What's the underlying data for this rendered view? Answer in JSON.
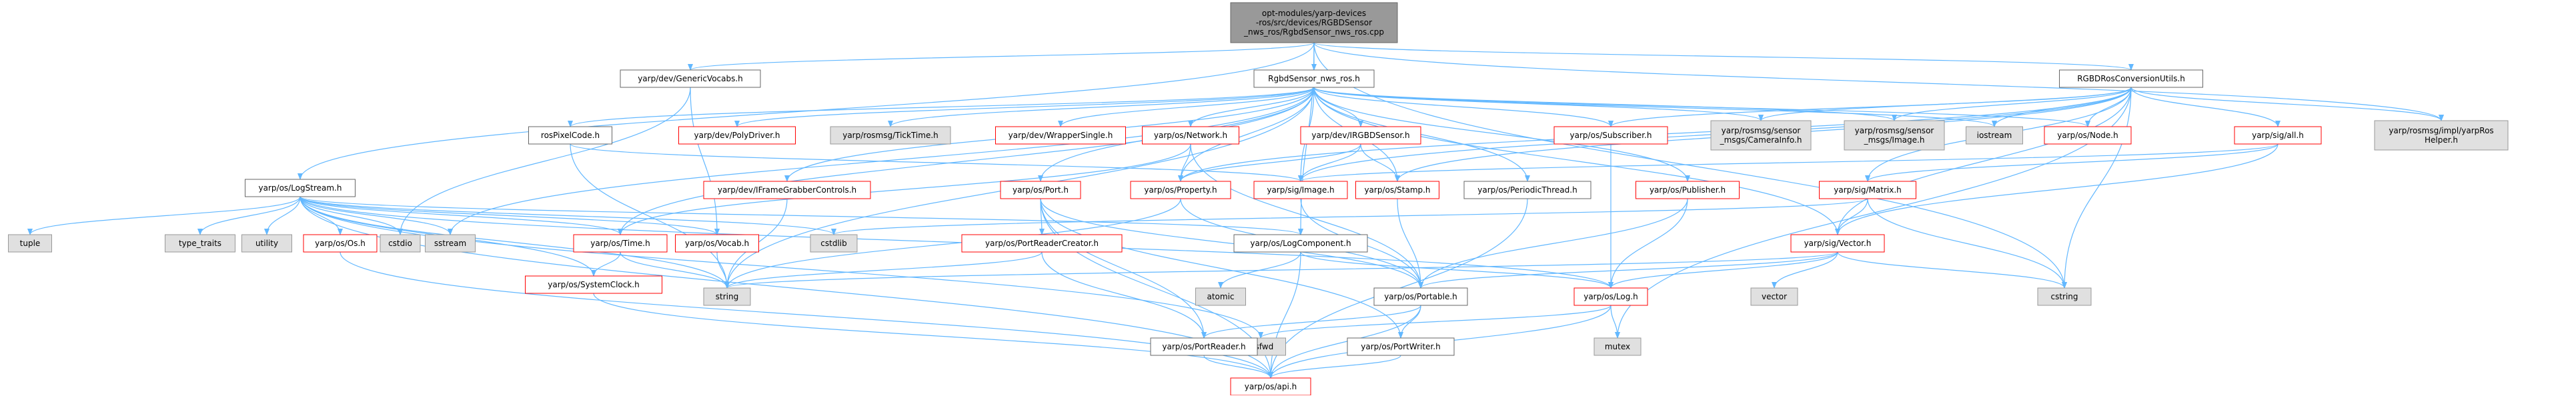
{
  "graph": {
    "colors": {
      "background": "#ffffff",
      "edge": "#63b8ff",
      "root_fill": "#999999",
      "root_border": "#666666",
      "project_fill": "#ffffff",
      "project_border": "#666666",
      "incomplete_border": "#ff0000",
      "external_fill": "#e0e0e0",
      "external_border": "#999999",
      "text": "#000000"
    },
    "nodes": [
      {
        "id": "root",
        "kind": "root",
        "lines": [
          "opt-modules/yarp-devices",
          "-ros/src/devices/RGBDSensor",
          "_nws_ros/RgbdSensor_nws_ros.cpp"
        ]
      },
      {
        "id": "generic_vocabs",
        "kind": "project",
        "lines": [
          "yarp/dev/GenericVocabs.h"
        ]
      },
      {
        "id": "rgbd_nws",
        "kind": "project",
        "lines": [
          "RgbdSensor_nws_ros.h"
        ]
      },
      {
        "id": "rgbd_ros_conv",
        "kind": "project",
        "lines": [
          "RGBDRosConversionUtils.h"
        ]
      },
      {
        "id": "log_stream",
        "kind": "project",
        "lines": [
          "yarp/os/LogStream.h"
        ]
      },
      {
        "id": "ros_pixel_code",
        "kind": "project",
        "lines": [
          "rosPixelCode.h"
        ]
      },
      {
        "id": "poly_driver",
        "kind": "incomplete",
        "lines": [
          "yarp/dev/PolyDriver.h"
        ]
      },
      {
        "id": "tick_time",
        "kind": "external",
        "lines": [
          "yarp/rosmsg/TickTime.h"
        ]
      },
      {
        "id": "wrapper_single",
        "kind": "incomplete",
        "lines": [
          "yarp/dev/WrapperSingle.h"
        ]
      },
      {
        "id": "network",
        "kind": "incomplete",
        "lines": [
          "yarp/os/Network.h"
        ]
      },
      {
        "id": "irgbd_sensor",
        "kind": "incomplete",
        "lines": [
          "yarp/dev/IRGBDSensor.h"
        ]
      },
      {
        "id": "subscriber",
        "kind": "incomplete",
        "lines": [
          "yarp/os/Subscriber.h"
        ]
      },
      {
        "id": "camera_info",
        "kind": "external",
        "lines": [
          "yarp/rosmsg/sensor",
          "_msgs/CameraInfo.h"
        ]
      },
      {
        "id": "image_msg",
        "kind": "external",
        "lines": [
          "yarp/rosmsg/sensor",
          "_msgs/Image.h"
        ]
      },
      {
        "id": "iostream",
        "kind": "external",
        "lines": [
          "iostream"
        ]
      },
      {
        "id": "node",
        "kind": "incomplete",
        "lines": [
          "yarp/os/Node.h"
        ]
      },
      {
        "id": "sig_all",
        "kind": "incomplete",
        "lines": [
          "yarp/sig/all.h"
        ]
      },
      {
        "id": "ros_helper",
        "kind": "external",
        "lines": [
          "yarp/rosmsg/impl/yarpRos",
          "Helper.h"
        ]
      },
      {
        "id": "frame_grabber",
        "kind": "incomplete",
        "lines": [
          "yarp/dev/IFrameGrabberControls.h"
        ]
      },
      {
        "id": "port",
        "kind": "incomplete",
        "lines": [
          "yarp/os/Port.h"
        ]
      },
      {
        "id": "property",
        "kind": "incomplete",
        "lines": [
          "yarp/os/Property.h"
        ]
      },
      {
        "id": "sig_image",
        "kind": "incomplete",
        "lines": [
          "yarp/sig/Image.h"
        ]
      },
      {
        "id": "stamp",
        "kind": "incomplete",
        "lines": [
          "yarp/os/Stamp.h"
        ]
      },
      {
        "id": "periodic_thread",
        "kind": "project",
        "lines": [
          "yarp/os/PeriodicThread.h"
        ]
      },
      {
        "id": "publisher",
        "kind": "incomplete",
        "lines": [
          "yarp/os/Publisher.h"
        ]
      },
      {
        "id": "sig_matrix",
        "kind": "incomplete",
        "lines": [
          "yarp/sig/Matrix.h"
        ]
      },
      {
        "id": "tuple",
        "kind": "external",
        "lines": [
          "tuple"
        ]
      },
      {
        "id": "type_traits",
        "kind": "external",
        "lines": [
          "type_traits"
        ]
      },
      {
        "id": "utility",
        "kind": "external",
        "lines": [
          "utility"
        ]
      },
      {
        "id": "os_h",
        "kind": "incomplete",
        "lines": [
          "yarp/os/Os.h"
        ]
      },
      {
        "id": "cstdio",
        "kind": "external",
        "lines": [
          "cstdio"
        ]
      },
      {
        "id": "sstream",
        "kind": "external",
        "lines": [
          "sstream"
        ]
      },
      {
        "id": "os_time",
        "kind": "incomplete",
        "lines": [
          "yarp/os/Time.h"
        ]
      },
      {
        "id": "os_vocab",
        "kind": "incomplete",
        "lines": [
          "yarp/os/Vocab.h"
        ]
      },
      {
        "id": "cstdlib",
        "kind": "external",
        "lines": [
          "cstdlib"
        ]
      },
      {
        "id": "port_reader_creator",
        "kind": "incomplete",
        "lines": [
          "yarp/os/PortReaderCreator.h"
        ]
      },
      {
        "id": "log_component",
        "kind": "project",
        "lines": [
          "yarp/os/LogComponent.h"
        ]
      },
      {
        "id": "sig_vector",
        "kind": "incomplete",
        "lines": [
          "yarp/sig/Vector.h"
        ]
      },
      {
        "id": "system_clock",
        "kind": "incomplete",
        "lines": [
          "yarp/os/SystemClock.h"
        ]
      },
      {
        "id": "string",
        "kind": "external",
        "lines": [
          "string"
        ]
      },
      {
        "id": "atomic",
        "kind": "external",
        "lines": [
          "atomic"
        ]
      },
      {
        "id": "portable",
        "kind": "project",
        "lines": [
          "yarp/os/Portable.h"
        ]
      },
      {
        "id": "os_log",
        "kind": "incomplete",
        "lines": [
          "yarp/os/Log.h"
        ]
      },
      {
        "id": "vector",
        "kind": "external",
        "lines": [
          "vector"
        ]
      },
      {
        "id": "cstring",
        "kind": "external",
        "lines": [
          "cstring"
        ]
      },
      {
        "id": "iosfwd",
        "kind": "external",
        "lines": [
          "iosfwd"
        ]
      },
      {
        "id": "mutex",
        "kind": "external",
        "lines": [
          "mutex"
        ]
      },
      {
        "id": "port_reader",
        "kind": "project",
        "lines": [
          "yarp/os/PortReader.h"
        ]
      },
      {
        "id": "port_writer",
        "kind": "project",
        "lines": [
          "yarp/os/PortWriter.h"
        ]
      },
      {
        "id": "api",
        "kind": "incomplete",
        "lines": [
          "yarp/os/api.h"
        ]
      }
    ],
    "edges": [
      [
        "root",
        "generic_vocabs"
      ],
      [
        "root",
        "rgbd_nws"
      ],
      [
        "root",
        "rgbd_ros_conv"
      ],
      [
        "root",
        "log_stream"
      ],
      [
        "root",
        "ros_helper"
      ],
      [
        "root",
        "cstring"
      ],
      [
        "root",
        "log_component"
      ],
      [
        "generic_vocabs",
        "os_vocab"
      ],
      [
        "generic_vocabs",
        "cstdio"
      ],
      [
        "rgbd_nws",
        "ros_pixel_code"
      ],
      [
        "rgbd_nws",
        "poly_driver"
      ],
      [
        "rgbd_nws",
        "tick_time"
      ],
      [
        "rgbd_nws",
        "wrapper_single"
      ],
      [
        "rgbd_nws",
        "network"
      ],
      [
        "rgbd_nws",
        "irgbd_sensor"
      ],
      [
        "rgbd_nws",
        "subscriber"
      ],
      [
        "rgbd_nws",
        "camera_info"
      ],
      [
        "rgbd_nws",
        "image_msg"
      ],
      [
        "rgbd_nws",
        "iostream"
      ],
      [
        "rgbd_nws",
        "node"
      ],
      [
        "rgbd_nws",
        "frame_grabber"
      ],
      [
        "rgbd_nws",
        "port"
      ],
      [
        "rgbd_nws",
        "property"
      ],
      [
        "rgbd_nws",
        "stamp"
      ],
      [
        "rgbd_nws",
        "periodic_thread"
      ],
      [
        "rgbd_nws",
        "publisher"
      ],
      [
        "rgbd_nws",
        "sig_vector"
      ],
      [
        "rgbd_nws",
        "os_time"
      ],
      [
        "rgbd_nws",
        "string"
      ],
      [
        "rgbd_nws",
        "sstream"
      ],
      [
        "rgbd_nws",
        "sig_image"
      ],
      [
        "rgbd_ros_conv",
        "camera_info"
      ],
      [
        "rgbd_ros_conv",
        "image_msg"
      ],
      [
        "rgbd_ros_conv",
        "iostream"
      ],
      [
        "rgbd_ros_conv",
        "node"
      ],
      [
        "rgbd_ros_conv",
        "sig_all"
      ],
      [
        "rgbd_ros_conv",
        "ros_helper"
      ],
      [
        "rgbd_ros_conv",
        "subscriber"
      ],
      [
        "rgbd_ros_conv",
        "sig_matrix"
      ],
      [
        "rgbd_ros_conv",
        "sig_vector"
      ],
      [
        "rgbd_ros_conv",
        "sig_image"
      ],
      [
        "rgbd_ros_conv",
        "stamp"
      ],
      [
        "rgbd_ros_conv",
        "property"
      ],
      [
        "rgbd_ros_conv",
        "cstring"
      ],
      [
        "rgbd_ros_conv",
        "mutex"
      ],
      [
        "log_stream",
        "tuple"
      ],
      [
        "log_stream",
        "type_traits"
      ],
      [
        "log_stream",
        "utility"
      ],
      [
        "log_stream",
        "os_h"
      ],
      [
        "log_stream",
        "cstdio"
      ],
      [
        "log_stream",
        "sstream"
      ],
      [
        "log_stream",
        "os_time"
      ],
      [
        "log_stream",
        "os_vocab"
      ],
      [
        "log_stream",
        "cstdlib"
      ],
      [
        "log_stream",
        "log_component"
      ],
      [
        "log_stream",
        "system_clock"
      ],
      [
        "log_stream",
        "string"
      ],
      [
        "log_stream",
        "os_log"
      ],
      [
        "log_stream",
        "api"
      ],
      [
        "log_stream",
        "iosfwd"
      ],
      [
        "ros_pixel_code",
        "sig_image"
      ],
      [
        "ros_pixel_code",
        "string"
      ],
      [
        "network",
        "property"
      ],
      [
        "network",
        "os_time"
      ],
      [
        "network",
        "portable"
      ],
      [
        "irgbd_sensor",
        "property"
      ],
      [
        "irgbd_sensor",
        "sig_image"
      ],
      [
        "irgbd_sensor",
        "stamp"
      ],
      [
        "subscriber",
        "os_log"
      ],
      [
        "publisher",
        "os_log"
      ],
      [
        "publisher",
        "portable"
      ],
      [
        "frame_grabber",
        "string"
      ],
      [
        "port",
        "port_reader_creator"
      ],
      [
        "port",
        "portable"
      ],
      [
        "port",
        "port_reader"
      ],
      [
        "port",
        "port_writer"
      ],
      [
        "port",
        "api"
      ],
      [
        "property",
        "string"
      ],
      [
        "property",
        "portable"
      ],
      [
        "sig_image",
        "portable"
      ],
      [
        "stamp",
        "portable"
      ],
      [
        "periodic_thread",
        "api"
      ],
      [
        "sig_matrix",
        "sig_vector"
      ],
      [
        "sig_matrix",
        "cstdlib"
      ],
      [
        "sig_matrix",
        "cstring"
      ],
      [
        "sig_all",
        "sig_matrix"
      ],
      [
        "sig_all",
        "sig_vector"
      ],
      [
        "sig_all",
        "sig_image"
      ],
      [
        "os_h",
        "api"
      ],
      [
        "os_time",
        "system_clock"
      ],
      [
        "os_time",
        "string"
      ],
      [
        "os_vocab",
        "string"
      ],
      [
        "port_reader_creator",
        "port_reader"
      ],
      [
        "port_reader_creator",
        "string"
      ],
      [
        "log_component",
        "atomic"
      ],
      [
        "log_component",
        "os_log"
      ],
      [
        "log_component",
        "api"
      ],
      [
        "sig_vector",
        "portable"
      ],
      [
        "sig_vector",
        "os_log"
      ],
      [
        "sig_vector",
        "vector"
      ],
      [
        "sig_vector",
        "cstring"
      ],
      [
        "sig_vector",
        "string"
      ],
      [
        "system_clock",
        "api"
      ],
      [
        "portable",
        "port_reader"
      ],
      [
        "portable",
        "port_writer"
      ],
      [
        "portable",
        "api"
      ],
      [
        "os_log",
        "mutex"
      ],
      [
        "os_log",
        "api"
      ],
      [
        "os_log",
        "iosfwd"
      ],
      [
        "port_reader",
        "api"
      ],
      [
        "port_writer",
        "api"
      ]
    ]
  }
}
